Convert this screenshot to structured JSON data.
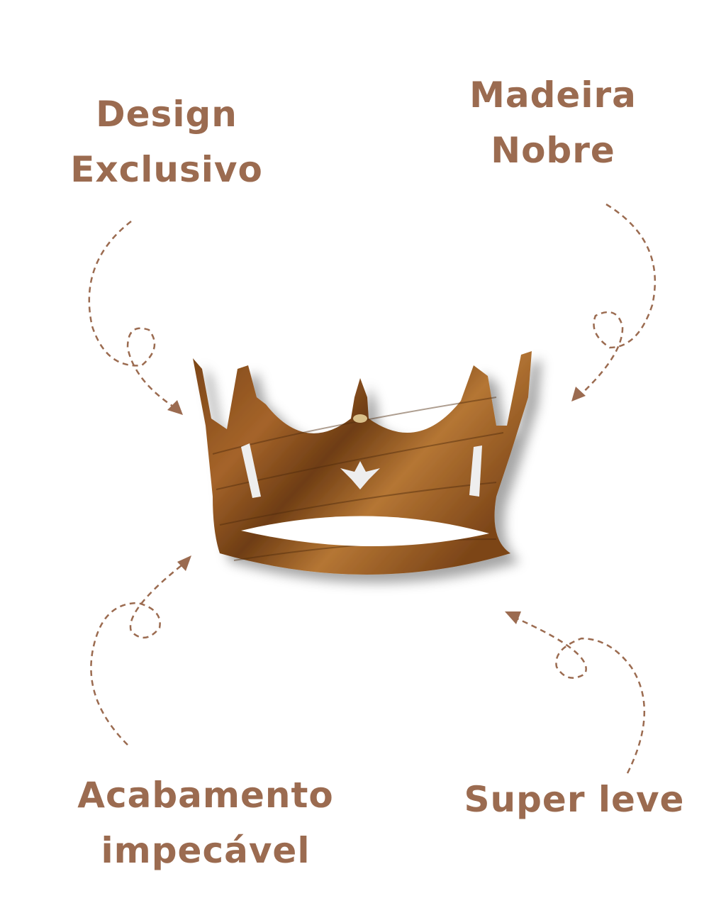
{
  "features": {
    "top_left": [
      "Design",
      "Exclusivo"
    ],
    "top_right": [
      "Madeira",
      "Nobre"
    ],
    "bottom_left": [
      "Acabamento",
      "impecável"
    ],
    "bottom_right": [
      "Super leve"
    ]
  },
  "colors": {
    "text": "#9b6b50",
    "wood": "#8a4f1c",
    "wood_light": "#c98a3a"
  }
}
